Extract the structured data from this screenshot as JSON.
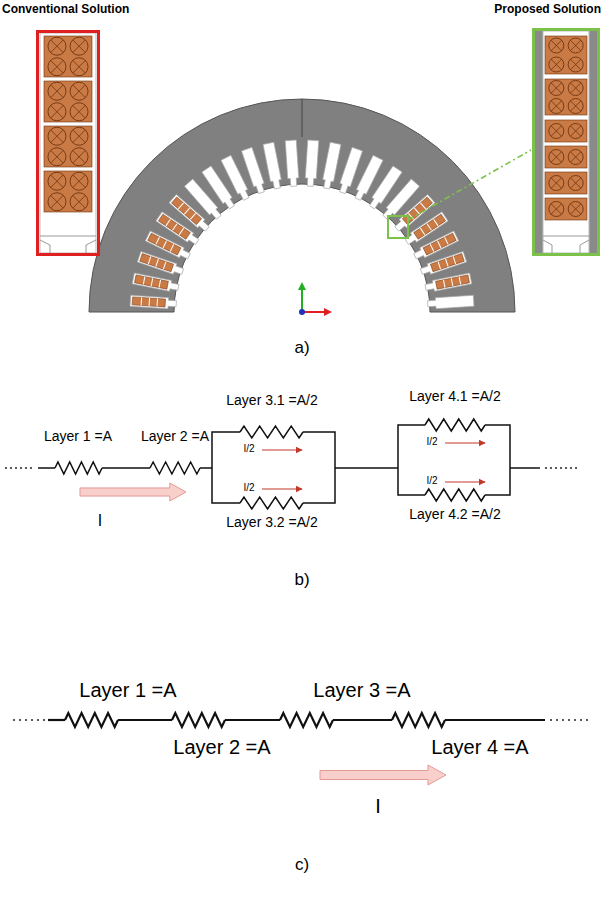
{
  "diagram": {
    "nodes": [
      {
        "text": [
          "Conventional Solution"
        ]
      },
      {
        "text": [
          "Proposed Solution"
        ]
      }
    ],
    "labels": [
      "a)",
      "Layer 1 =A",
      "Layer 2 =A",
      "Layer 3.1 =A/2",
      "Layer 3.2 =A/2",
      "Layer 4.1 =A/2",
      "Layer 4.2 =A/2",
      "I/2",
      "I/2",
      "I/2",
      "I/2",
      "I",
      "b)",
      "Layer 1 =A",
      "Layer 3 =A",
      "Layer 2 =A",
      "Layer 4 =A",
      "I",
      "c)"
    ]
  }
}
